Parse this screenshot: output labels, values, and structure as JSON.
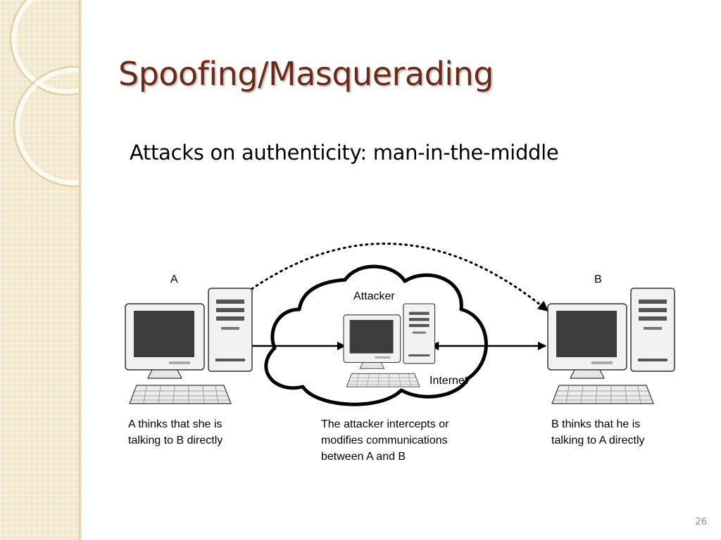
{
  "slide": {
    "title": "Spoofing/Masquerading",
    "subtitle": "Attacks on authenticity: man-in-the-middle",
    "page_number": "26"
  },
  "diagram": {
    "node_a": {
      "label": "A",
      "caption_lines": [
        "A thinks that she is",
        "talking to B directly"
      ]
    },
    "attacker": {
      "label": "Attacker",
      "cloud_label": "Internet",
      "caption_lines": [
        "The attacker intercepts or",
        "modifies communications",
        "between A and B"
      ]
    },
    "node_b": {
      "label": "B",
      "caption_lines": [
        "B thinks that he is",
        "talking to A directly"
      ]
    }
  },
  "colors": {
    "title": "#6b2a16",
    "sidebar": "#f3e7c6",
    "page_number": "#9b8a6a"
  }
}
